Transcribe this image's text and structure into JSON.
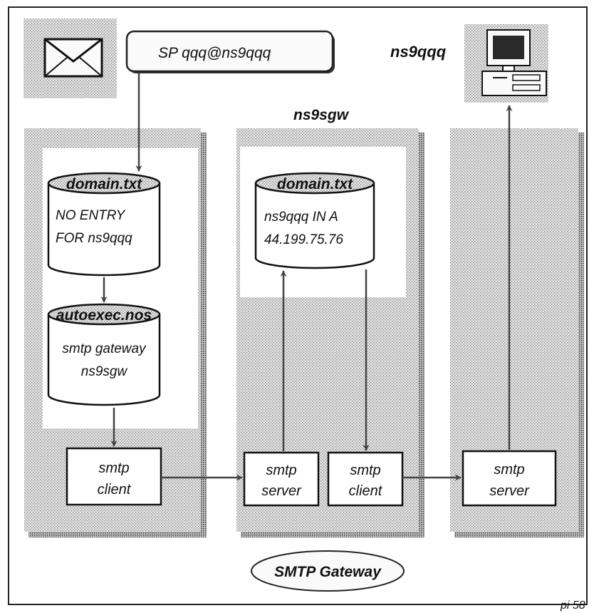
{
  "header": {
    "command": "SP  qqq@ns9qqq",
    "target_host": "ns9qqq",
    "gateway_host": "ns9sgw"
  },
  "local_host": {
    "domain_file": "domain.txt",
    "domain_lines": [
      "NO ENTRY",
      "FOR ns9qqq"
    ],
    "autoexec_file": "autoexec.nos",
    "autoexec_lines": [
      "smtp gateway",
      "ns9sgw"
    ],
    "client_lines": [
      "smtp",
      "client"
    ]
  },
  "gateway": {
    "domain_file": "domain.txt",
    "domain_lines": [
      "ns9qqq IN A",
      "44.199.75.76"
    ],
    "server_lines": [
      "smtp",
      "server"
    ],
    "client_lines": [
      "smtp",
      "client"
    ]
  },
  "target": {
    "server_lines": [
      "smtp",
      "server"
    ]
  },
  "footer": {
    "caption": "SMTP Gateway",
    "page_ref": "pi 58"
  },
  "icons": [
    "envelope-icon",
    "computer-icon"
  ]
}
